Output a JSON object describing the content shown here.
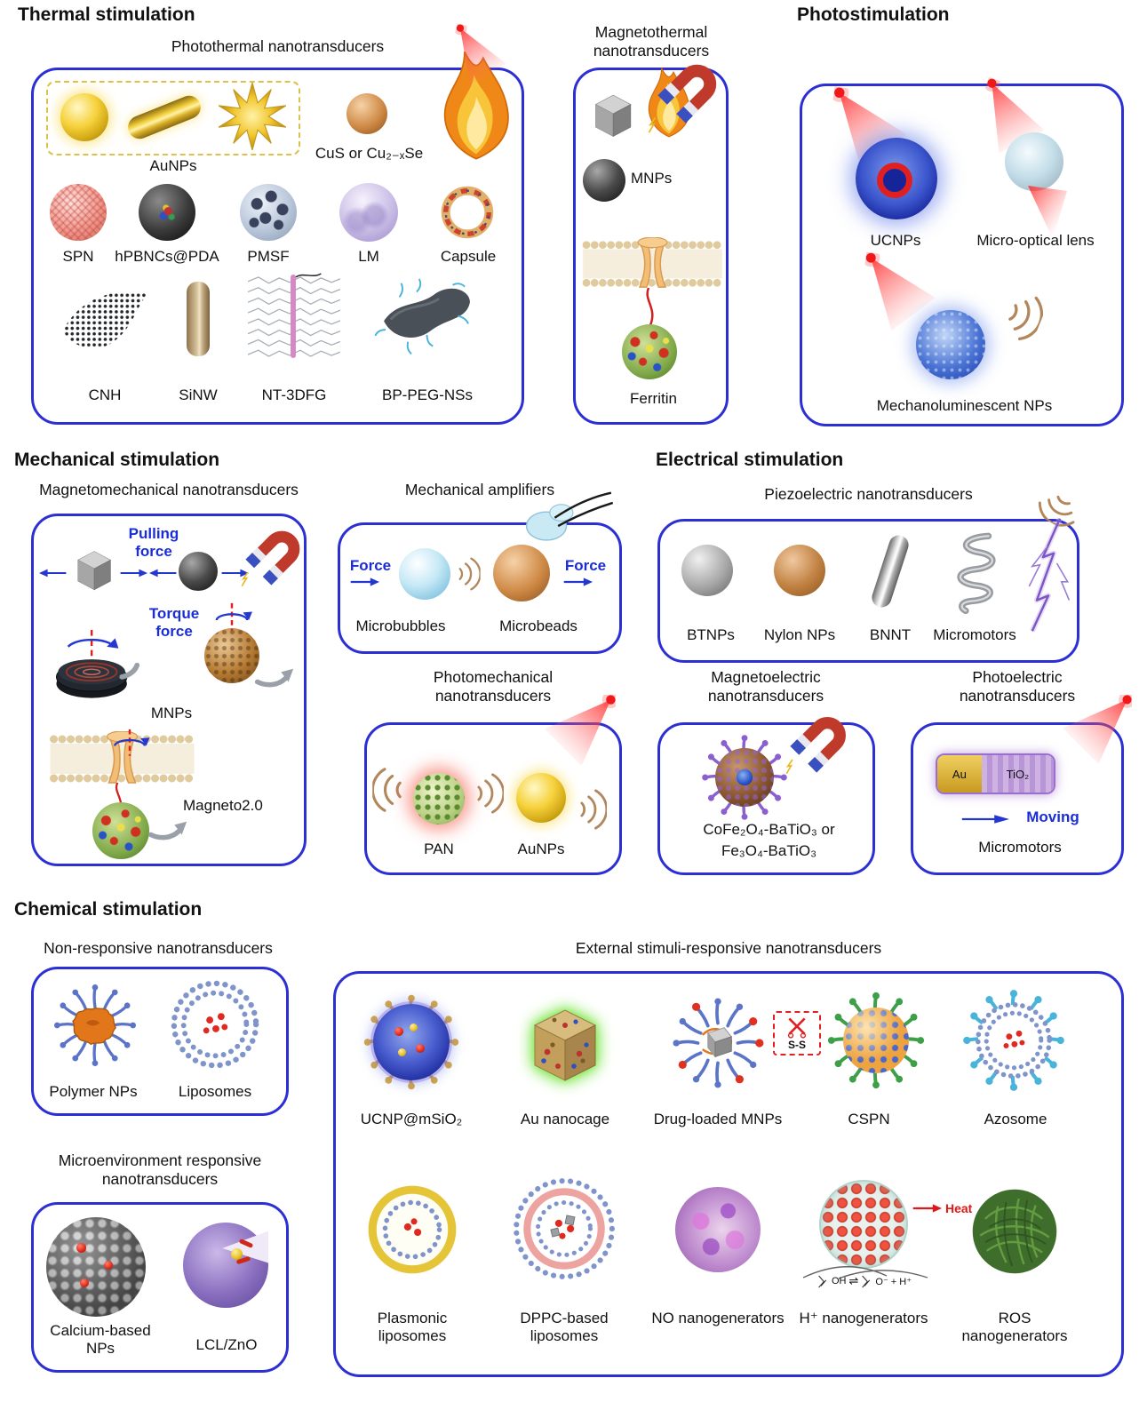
{
  "thermal": {
    "title": "Thermal stimulation",
    "photothermal": {
      "label": "Photothermal nanotransducers",
      "aunps": "AuNPs",
      "cus": "CuS or Cu₂₋ₓSe",
      "spn": "SPN",
      "hpbncs": "hPBNCs@PDA",
      "pmsf": "PMSF",
      "lm": "LM",
      "capsule": "Capsule",
      "cnh": "CNH",
      "sinw": "SiNW",
      "nt3dfg": "NT-3DFG",
      "bppeg": "BP-PEG-NSs"
    },
    "magnetothermal": {
      "label": "Magnetothermal nanotransducers",
      "mnps": "MNPs",
      "ferritin": "Ferritin"
    }
  },
  "photo": {
    "title": "Photostimulation",
    "ucnps": "UCNPs",
    "lens": "Micro-optical lens",
    "ml": "Mechanoluminescent NPs"
  },
  "mechanical": {
    "title": "Mechanical stimulation",
    "magnetomech": {
      "label": "Magnetomechanical nanotransducers",
      "pulling": "Pulling force",
      "torque": "Torque force",
      "mnps": "MNPs",
      "magneto": "Magneto2.0"
    },
    "amplifiers": {
      "label": "Mechanical amplifiers",
      "force_left": "Force",
      "force_right": "Force",
      "microbubbles": "Microbubbles",
      "microbeads": "Microbeads"
    },
    "photomech": {
      "label": "Photomechanical nanotransducers",
      "pan": "PAN",
      "aunps": "AuNPs"
    }
  },
  "electrical": {
    "title": "Electrical stimulation",
    "piezo": {
      "label": "Piezoelectric nanotransducers",
      "btnps": "BTNPs",
      "nylon": "Nylon NPs",
      "bnnt": "BNNT",
      "micromotors": "Micromotors"
    },
    "magnetoelectric": {
      "label": "Magnetoelectric nanotransducers",
      "caption_line1": "CoFe₂O₄-BaTiO₃ or",
      "caption_line2": "Fe₃O₄-BaTiO₃"
    },
    "photoelectric": {
      "label": "Photoelectric nanotransducers",
      "au": "Au",
      "tio2": "TiO₂",
      "moving": "Moving",
      "micromotors": "Micromotors"
    }
  },
  "chemical": {
    "title": "Chemical stimulation",
    "nonresponsive": {
      "label": "Non-responsive nanotransducers",
      "polymer": "Polymer NPs",
      "liposomes": "Liposomes"
    },
    "microenv": {
      "label": "Microenvironment responsive nanotransducers",
      "calcium": "Calcium-based NPs",
      "lcl": "LCL/ZnO"
    },
    "external": {
      "label": "External stimuli-responsive nanotransducers",
      "ucnp": "UCNP@mSiO₂",
      "nanocage": "Au nanocage",
      "mnps": "Drug-loaded MNPs",
      "cspn": "CSPN",
      "azosome": "Azosome",
      "ss_bond": "S-S",
      "plasmonic": "Plasmonic liposomes",
      "dppc": "DPPC-based liposomes",
      "no": "NO nanogenerators",
      "h": "H⁺ nanogenerators",
      "ros": "ROS nanogenerators",
      "heat": "Heat",
      "formula": {
        "left_oh": "OH",
        "eq": "⇌",
        "right_o": "O⁻",
        "plus_h": "+ H⁺"
      }
    }
  }
}
